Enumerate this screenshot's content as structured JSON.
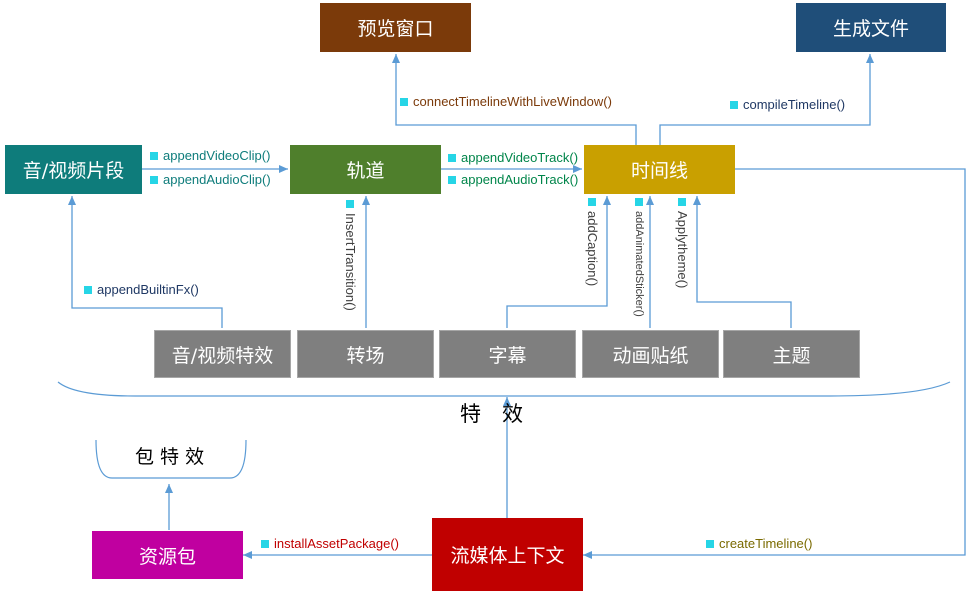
{
  "boxes": {
    "preview_window": {
      "label": "预览窗口",
      "color": "#7b3a0a"
    },
    "generate_file": {
      "label": "生成文件",
      "color": "#1f4e79"
    },
    "clip": {
      "label": "音/视频片段",
      "color": "#0e7c7b"
    },
    "track": {
      "label": "轨道",
      "color": "#4f7f2c"
    },
    "timeline": {
      "label": "时间线",
      "color": "#c9a000"
    },
    "av_fx": {
      "label": "音/视频特效",
      "color": "#7f7f7f"
    },
    "transition": {
      "label": "转场",
      "color": "#7f7f7f"
    },
    "caption": {
      "label": "字幕",
      "color": "#7f7f7f"
    },
    "sticker": {
      "label": "动画贴纸",
      "color": "#7f7f7f"
    },
    "theme": {
      "label": "主题",
      "color": "#7f7f7f"
    },
    "asset_package": {
      "label": "资源包",
      "color": "#c000a0"
    },
    "streaming_context": {
      "label": "流媒体上下文",
      "color": "#c00000"
    }
  },
  "labels": {
    "connect": "connectTimelineWithLiveWindow()",
    "compile": "compileTimeline()",
    "append_video_clip": "appendVideoClip()",
    "append_audio_clip": "appendAudioClip()",
    "append_video_track": "appendVideoTrack()",
    "append_audio_track": "appendAudioTrack()",
    "append_builtin_fx": "appendBuiltinFx()",
    "insert_transition": "InsertTransition()",
    "add_caption": "addCaption()",
    "add_animated_sticker": "addAnimatedSticker()",
    "apply_theme": "Applytheme()",
    "install_asset_package": "installAssetPackage()",
    "create_timeline": "createTimeline()"
  },
  "texts": {
    "effects": "特　效",
    "package_effects": "包 特 效"
  },
  "colors": {
    "arrow": "#5b9bd5",
    "label_default": "#1f3864",
    "label_green": "#00854a",
    "label_brown": "#7b3a0a",
    "label_red": "#c00000",
    "label_olive": "#7a6a00",
    "marker": "#26d5e6"
  }
}
